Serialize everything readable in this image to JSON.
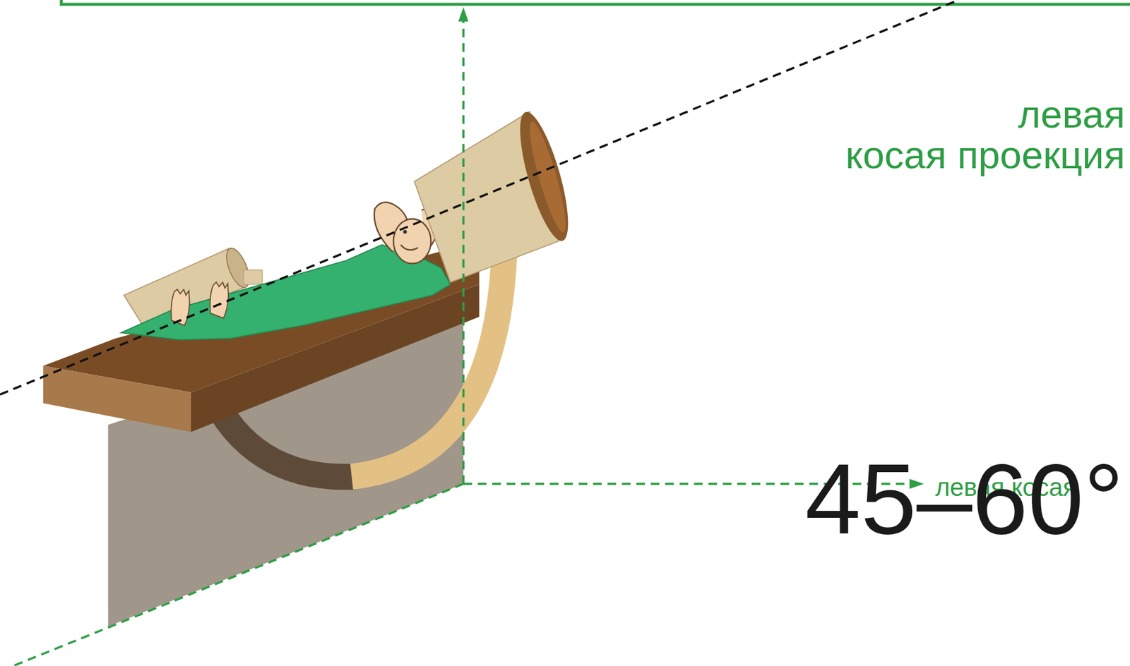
{
  "diagram": {
    "labels": [
      "левая косая проекция",
      "левая косая",
      "45–60°"
    ]
  }
}
